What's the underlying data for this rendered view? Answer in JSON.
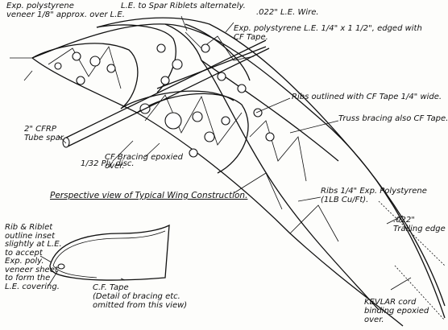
{
  "labels": {
    "veneer": [
      "Exp. polystyrene",
      "veneer 1/8\" approx. over L.E."
    ],
    "le_to_spar": "L.E. to Spar Riblets alternately.",
    "le_wire": ".022\" L.E. Wire.",
    "le_polystyrene": [
      "Exp. polystyrene L.E. 1/4\" x 1 1/2\", edged with",
      "CF Tape."
    ],
    "ribs_outlined": "Ribs outlined with CF Tape 1/4\" wide.",
    "truss": "Truss bracing also CF Tape.",
    "cfrp": [
      "2\" CFRP",
      "Tube spar."
    ],
    "ply_disc": "1/32 Ply disc.",
    "cf_bracing": [
      "CF Bracing epoxied",
      "over."
    ],
    "caption": "Perspective view of Typical Wing Construction.",
    "ribs_exp": [
      "Ribs 1/4\" Exp. Polystyrene",
      "(1LB Cu/Ft)."
    ],
    "te_wire": [
      ".022\"",
      "Trailing edge wire."
    ],
    "rib_riblet": [
      "Rib & Riblet",
      "outline inset",
      "slightly at L.E.",
      "to accept",
      "Exp. poly.",
      "veneer sheet",
      "to form the",
      "L.E. covering."
    ],
    "cf_tape": [
      "C.F. Tape",
      "(Detail of bracing etc.",
      "omitted from this view)"
    ],
    "kevlar": [
      "KEVLAR cord",
      "binding epoxied",
      "over."
    ]
  }
}
